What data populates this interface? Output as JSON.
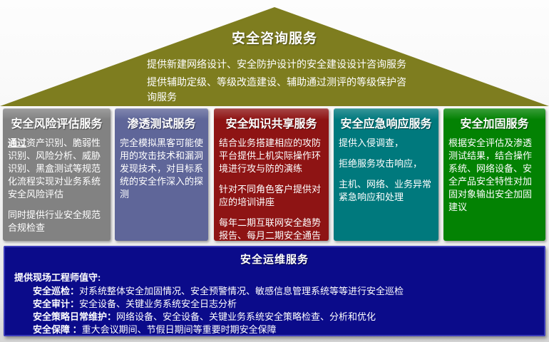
{
  "colors": {
    "roof": "#7E7D1F",
    "footerFill": "#0B0B8A",
    "footerBorder": "#3A3AB8"
  },
  "roof": {
    "title": "安全咨询服务",
    "line1": "提供新建网络设计、安全防护设计的安全建设设计咨询服务",
    "line2": "提供辅助定级、等级改造建设、辅助通过测评的等级保护咨询服务"
  },
  "columns": [
    {
      "title": "安全风险评估服务",
      "color": "#828282",
      "lead": "通过",
      "lead_rest": "资产识别、脆弱性识别、风险分析、威胁识别、黑盒测试等规范化流程实现对业务系统安全风险评估",
      "p2": "同时提供行业安全规范合规检查"
    },
    {
      "title": "渗透测试服务",
      "color": "#5F6699",
      "p1": "完全模拟黑客可能使用的攻击技术和漏洞发现技术，对目标系统的安全作深入的探测"
    },
    {
      "title": "安全知识共享服务",
      "color": "#8E1414",
      "p1": "结合业务搭建相应的攻防平台提供上机实际操作环境进行攻与防的演练",
      "p2": "针对不同角色客户提供对应的培训讲座",
      "p3": "每年二期互联网安全趋势报告、每月二期安全通告"
    },
    {
      "title": "安全应急响应服务",
      "color": "#00797D",
      "p1": "提供入侵调查，",
      "p2": "拒绝服务攻击响应，",
      "p3": "主机、网络、业务异常紧急响应和处理"
    },
    {
      "title": "安全加固服务",
      "color": "#038203",
      "p1": "根据安全评估及渗透测试结果，结合操作系统、网络设备、安全产品安全特性对加固对象输出安全加固建议"
    }
  ],
  "footer": {
    "title": "安全运维服务",
    "intro": "提供现场工程师值守:",
    "items": [
      {
        "label": "安全巡检：",
        "text": "对系统整体安全加固情况、安全预警情况、敏感信息管理系统等等进行安全巡检"
      },
      {
        "label": "安全审计：",
        "text": "安全设备、关键业务系统安全日志分析"
      },
      {
        "label": "安全策略日常维护：",
        "text": "网络设备、安全设备、关键业务系统安全策略检查、分析和优化"
      },
      {
        "label": "安全保障 ：",
        "text": "重大会议期间、节假日期间等重要时期安全保障"
      }
    ]
  }
}
